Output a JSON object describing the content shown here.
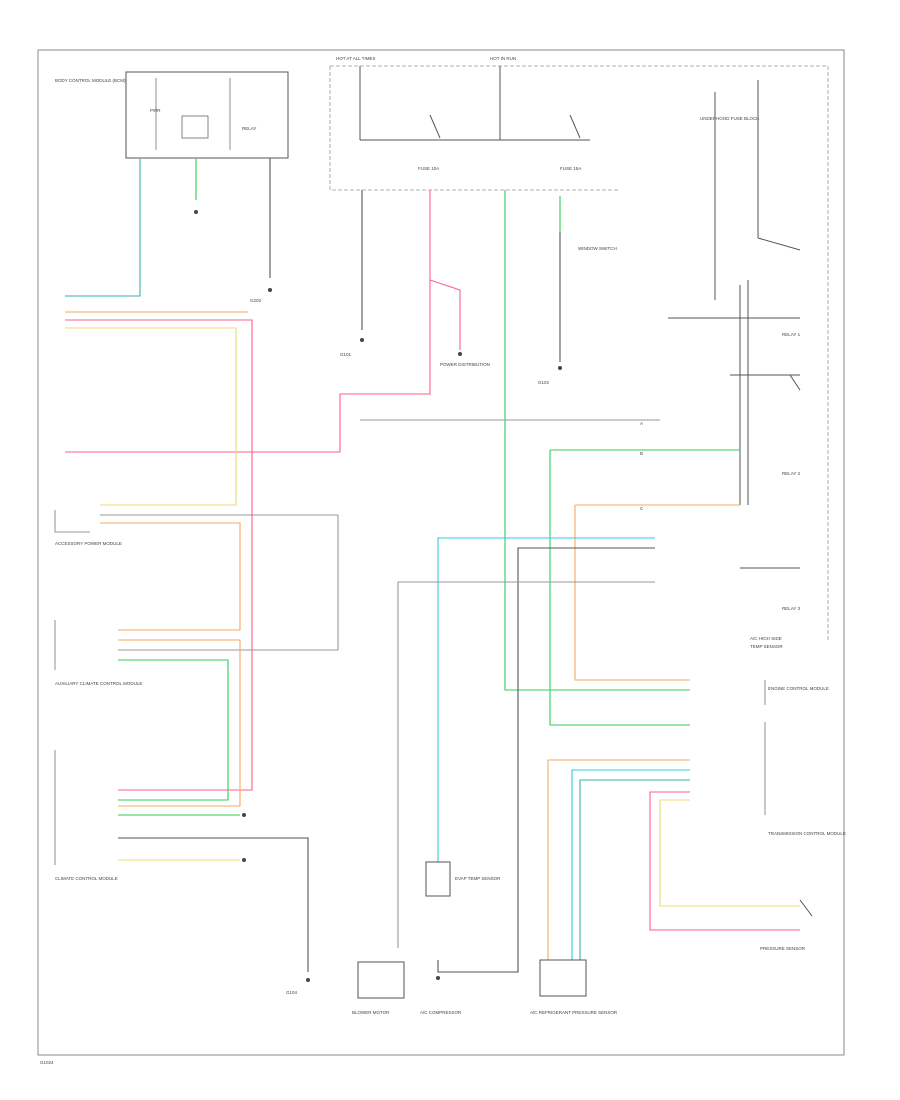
{
  "diagram": {
    "footer_code": "G1024",
    "colors": {
      "black": "#555555",
      "gray": "#9a9a9a",
      "cyan": "#35c8e0",
      "green": "#33cc55",
      "pink": "#ff5f86",
      "orange": "#f5a963",
      "yellow": "#ecdc70",
      "teal": "#39b3ab"
    },
    "labels": {
      "top_left_module": "BODY CONTROL MODULE (BCM)",
      "relay_label": "PWR",
      "relay_label2": "RELAY",
      "top_ground": "G203",
      "fuse_block": "UNDERHOOD FUSE BLOCK",
      "hot_at_all_times": "HOT AT ALL TIMES",
      "hot_in_run": "HOT IN RUN",
      "fuse_1": "FUSE 10A",
      "fuse_2": "FUSE 15A",
      "ground_center": "G101",
      "ground_center_right": "G102",
      "power_dist": "POWER DISTRIBUTION",
      "window_sw": "WINDOW SWITCH",
      "relay_1": "RELAY 1",
      "relay_2": "RELAY 2",
      "relay_3": "RELAY 3",
      "module_left_1": "ACCESSORY POWER MODULE",
      "module_left_2": "AUXILIARY CLIMATE CONTROL MODULE",
      "module_left_3": "CLIMATE CONTROL MODULE",
      "module_right_1": "ENGINE CONTROL MODULE",
      "module_right_2": "TRANSMISSION CONTROL MODULE",
      "module_right_3": "PRESSURE SENSOR",
      "sensor_bottom_1": "BLOWER MOTOR",
      "sensor_bottom_2": "A/C COMPRESSOR",
      "sensor_bottom_3": "EVAP TEMP SENSOR",
      "sensor_bottom_4": "A/C REFRIGERANT PRESSURE SENSOR",
      "ground_bottom": "G104",
      "right_label_top": "A/C HIGH SIDE",
      "right_label_mid": "TEMP SENSOR",
      "pin_a": "A",
      "pin_b": "B",
      "pin_c": "C"
    }
  }
}
